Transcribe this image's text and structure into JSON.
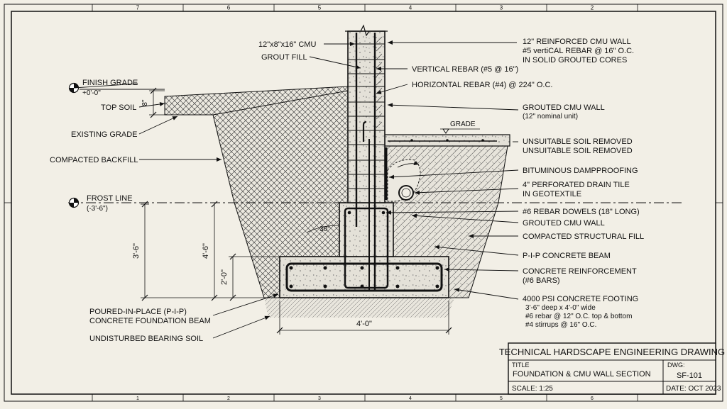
{
  "grid": {
    "top": [
      "7",
      "6",
      "5",
      "4",
      "3",
      "2"
    ],
    "bottom": [
      "1",
      "2",
      "3",
      "4",
      "5",
      "6"
    ]
  },
  "left_labels": {
    "finish_grade": "FINISH GRADE",
    "finish_grade_elev": "+0'-0\"",
    "top_soil": "TOP SOIL",
    "top_soil_dim": "8\"",
    "existing_grade": "EXISTING GRADE",
    "compacted_backfill": "COMPACTED BACKFILL",
    "frost_line": "FROST LINE",
    "frost_line_elev": "(-3'-6\")",
    "dim_3_6": "3'-6\"",
    "dim_4_6": "4'-6\"",
    "dim_2_0": "2'-0\"",
    "angle": "30°",
    "pip_beam_line1": "POURED-IN-PLACE (P-I-P)",
    "pip_beam_line2": "CONCRETE FOUNDATION BEAM",
    "undisturbed_soil": "UNDISTURBED BEARING SOIL",
    "footing_width": "4'-0\""
  },
  "top_labels": {
    "cmu": "12\"x8\"x16\" CMU",
    "grout_fill": "GROUT FILL",
    "vertical_rebar": "VERTICAL REBAR (#5 @ 16\")",
    "horizontal_rebar": "HORIZONTAL REBAR (#4) @ 224\" O.C.",
    "grade": "GRADE"
  },
  "right_labels": {
    "wall_1": "12\" REINFORCED CMU WALL",
    "wall_2": "#5 vertiCAL REBAR @ 16\" O.C.",
    "wall_3": "IN SOLID GROUTED CORES",
    "grouted_wall": "GROUTED CMU WALL",
    "grouted_wall_sub": "(12\" nominal unit)",
    "unsuitable_1": "UNSUITABLE SOIL REMOVED",
    "unsuitable_2": "UNSUITABLE SOIL REMOVED",
    "dampproofing": "BITUMINOUS DAMPPROOFING",
    "drain_1": "4\" PERFORATED DRAIN TILE",
    "drain_2": "IN GEOTEXTILE",
    "dowels": "#6 REBAR DOWELS (18\" LONG)",
    "grouted_wall_2": "GROUTED CMU WALL",
    "structural_fill": "COMPACTED STRUCTURAL FILL",
    "pip_beam": "P-I-P CONCRETE BEAM",
    "reinf_1": "CONCRETE REINFORCEMENT",
    "reinf_2": "(#6 BARS)",
    "footing_1": "4000 PSI CONCRETE FOOTING",
    "footing_2": "3'-6\" deep x 4'-0\" wide",
    "footing_3": "#6 rebar @ 12\" O.C. top & bottom",
    "footing_4": "#4 stirrups @ 16\" O.C."
  },
  "title_block": {
    "header": "TECHNICAL HARDSCAPE ENGINEERING DRAWING",
    "title_caption": "TITLE",
    "title": "FOUNDATION & CMU WALL SECTION",
    "dwg_caption": "DWG:",
    "dwg": "SF-101",
    "scale": "SCALE: 1:25",
    "date": "DATE: OCT 2023"
  },
  "colors": {
    "paper": "#f2efe6",
    "ink": "#111111",
    "concrete": "#e4e1d8"
  }
}
